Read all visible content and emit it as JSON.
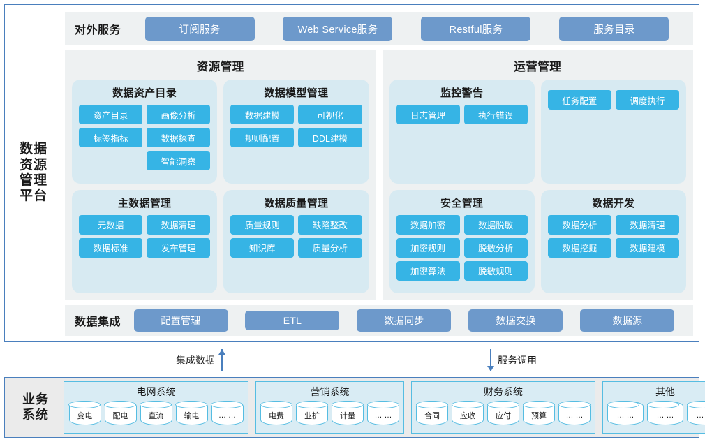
{
  "platform": {
    "title": "数据资源管理平台",
    "title_lines": [
      "数据",
      "资源",
      "管理",
      "平台"
    ],
    "external_services": {
      "label": "对外服务",
      "buttons": [
        "订阅服务",
        "Web Service服务",
        "Restful服务",
        "服务目录"
      ]
    },
    "panels": [
      {
        "title": "资源管理",
        "cards": [
          {
            "title": "数据资产目录",
            "tags": [
              "资产目录",
              "画像分析",
              "标签指标",
              "数据探查",
              "",
              "智能洞察"
            ]
          },
          {
            "title": "数据模型管理",
            "tags": [
              "数据建模",
              "可视化",
              "规则配置",
              "DDL建模"
            ]
          },
          {
            "title": "主数据管理",
            "tags": [
              "元数据",
              "数据清理",
              "数据标准",
              "发布管理"
            ]
          },
          {
            "title": "数据质量管理",
            "tags": [
              "质量规则",
              "缺陷整改",
              "知识库",
              "质量分析"
            ]
          }
        ]
      },
      {
        "title": "运营管理",
        "cards": [
          {
            "title": "监控警告",
            "tags": [
              "日志管理",
              "执行错误"
            ]
          },
          {
            "title": "",
            "tags": [
              "任务配置",
              "调度执行"
            ]
          },
          {
            "title": "安全管理",
            "tags": [
              "数据加密",
              "数据脱敏",
              "加密规则",
              "脱敏分析",
              "加密算法",
              "脱敏规则"
            ]
          },
          {
            "title": "数据开发",
            "tags": [
              "数据分析",
              "数据清理",
              "数据挖掘",
              "数据建模"
            ]
          }
        ]
      }
    ],
    "data_integration": {
      "label": "数据集成",
      "buttons": [
        "配置管理",
        "ETL",
        "数据同步",
        "数据交换",
        "数据源"
      ]
    }
  },
  "connectors": [
    {
      "label": "集成数据",
      "direction": "up"
    },
    {
      "label": "服务调用",
      "direction": "down"
    }
  ],
  "business_systems": {
    "title": "业务系统",
    "title_lines": [
      "业务",
      "系统"
    ],
    "groups": [
      {
        "title": "电网系统",
        "items": [
          "变电",
          "配电",
          "直流",
          "输电",
          "… …"
        ]
      },
      {
        "title": "营销系统",
        "items": [
          "电费",
          "业扩",
          "计量",
          "… …"
        ]
      },
      {
        "title": "财务系统",
        "items": [
          "合同",
          "应收",
          "应付",
          "预算",
          "… …"
        ]
      },
      {
        "title": "其他",
        "items": [
          "… …",
          "… …",
          "… …"
        ]
      }
    ]
  },
  "colors": {
    "outer_border": "#4a7fbd",
    "band_background": "#eef1f2",
    "steel_button": "#6d99cb",
    "card_background": "#d7eaf2",
    "tag_background": "#36b4e5",
    "business_background": "#ebebeb",
    "business_group_border": "#56bde2",
    "business_group_background": "#d9ecf4"
  }
}
